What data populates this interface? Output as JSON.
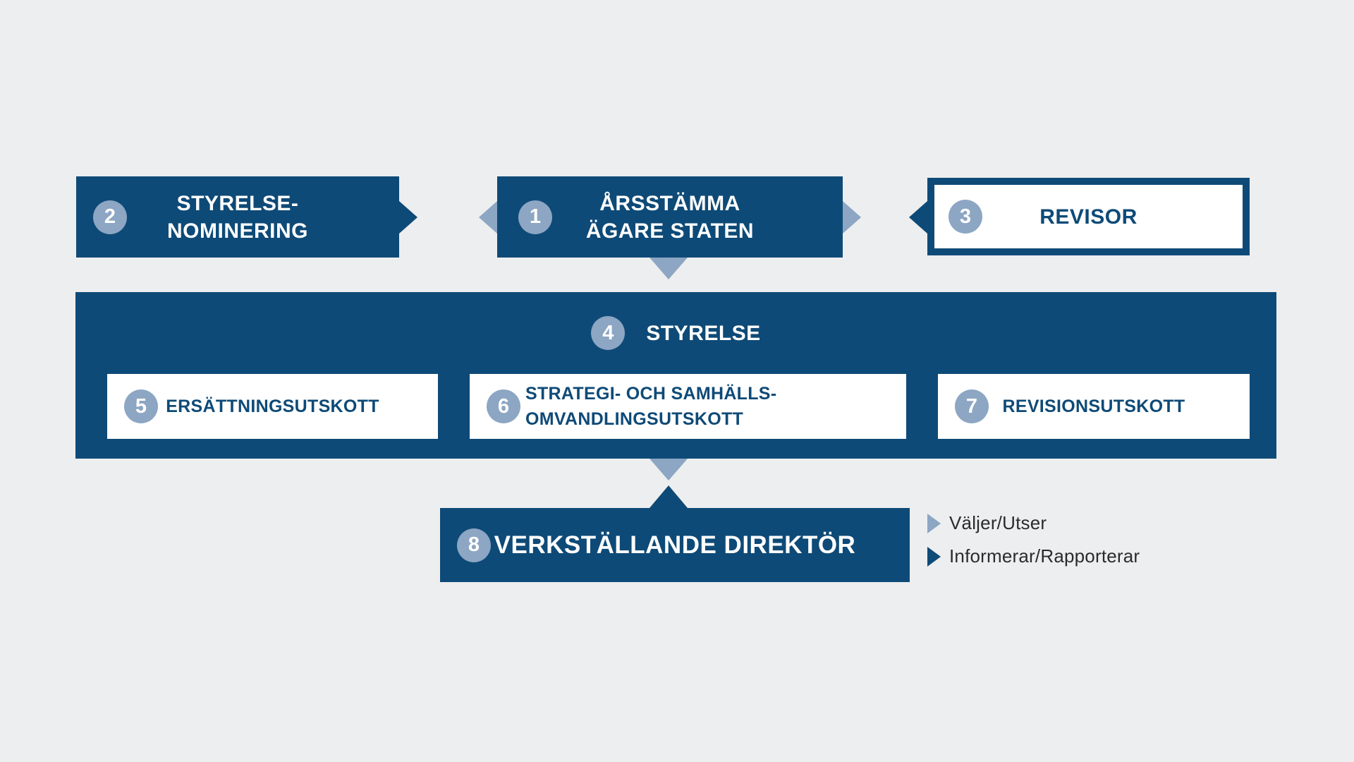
{
  "colors": {
    "background": "#edeeef",
    "dark_blue": "#0e4a77",
    "light_blue": "#8ca6c3",
    "box_white": "#ffffff",
    "legend_text": "#2b2b2b"
  },
  "nodes": {
    "board_nomination": {
      "number": "2",
      "line1": "STYRELSE-",
      "line2": "NOMINERING"
    },
    "annual_meeting": {
      "number": "1",
      "line1": "ÅRSSTÄMMA",
      "line2": "ÄGARE STATEN"
    },
    "auditor": {
      "number": "3",
      "label": "REVISOR"
    },
    "board": {
      "number": "4",
      "label": "STYRELSE"
    },
    "remuneration_committee": {
      "number": "5",
      "label": "ERSÄTTNINGSUTSKOTT"
    },
    "strategy_committee": {
      "number": "6",
      "line1": "STRATEGI- OCH SAMHÄLLS-",
      "line2": "OMVANDLINGSUTSKOTT"
    },
    "audit_committee": {
      "number": "7",
      "label": "REVISIONSUTSKOTT"
    },
    "ceo": {
      "number": "8",
      "label": "VERKSTÄLLANDE DIREKTÖR"
    }
  },
  "legend": {
    "appoints": {
      "label": "Väljer/Utser",
      "arrow_color": "#8ca6c3"
    },
    "reports": {
      "label": "Informerar/Rapporterar",
      "arrow_color": "#0e4a77"
    }
  }
}
